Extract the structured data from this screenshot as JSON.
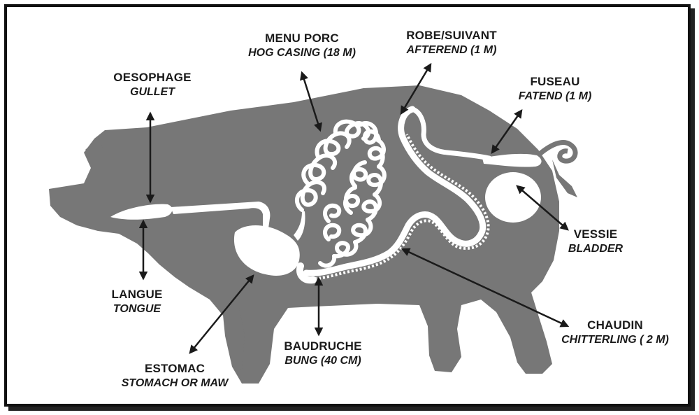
{
  "labels": {
    "oesophage": {
      "fr": "OESOPHAGE",
      "en": "GULLET"
    },
    "menu_porc": {
      "fr": "MENU PORC",
      "en": "HOG CASING (18 M)"
    },
    "robe": {
      "fr": "ROBE/SUIVANT",
      "en": "AFTEREND (1 M)"
    },
    "fuseau": {
      "fr": "FUSEAU",
      "en": "FATEND (1 M)"
    },
    "vessie": {
      "fr": "VESSIE",
      "en": "BLADDER"
    },
    "langue": {
      "fr": "LANGUE",
      "en": "TONGUE"
    },
    "chaudin": {
      "fr": "CHAUDIN",
      "en": "CHITTERLING ( 2 M)"
    },
    "baudruche": {
      "fr": "BAUDRUCHE",
      "en": "BUNG (40 CM)"
    },
    "estomac": {
      "fr": "ESTOMAC",
      "en": "STOMACH OR MAW"
    }
  },
  "colors": {
    "body": "#777777",
    "organ": "#ffffff",
    "arrow": "#1a1a1a",
    "frame": "#111111"
  }
}
